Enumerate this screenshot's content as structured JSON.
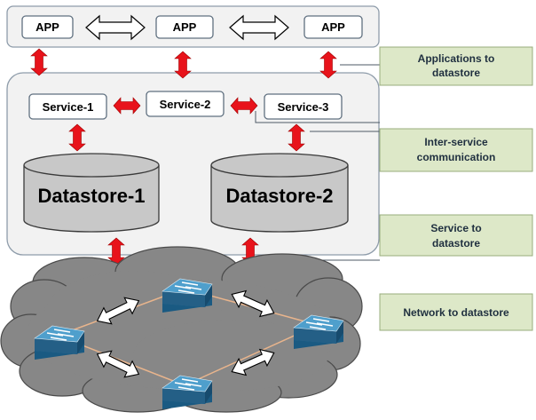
{
  "apps": [
    "APP",
    "APP",
    "APP"
  ],
  "services": [
    "Service-1",
    "Service-2",
    "Service-3"
  ],
  "datastores": [
    "Datastore-1",
    "Datastore-2"
  ],
  "labels": [
    [
      "Applications to",
      "datastore"
    ],
    [
      "Inter-service",
      "communication"
    ],
    [
      "Service to",
      "datastore"
    ],
    [
      "Network to datastore"
    ]
  ],
  "colors": {
    "red_arrow": "#e8131b",
    "label_fill": "#dde8c8",
    "label_border": "#98ac7c",
    "cloud": "#878787",
    "switch": "#2a6e9a",
    "datastore": "#c8c8c8",
    "container": "#f2f2f2",
    "link": "#e8b48c"
  },
  "icons": [
    "network-switch-icon",
    "database-cylinder-icon",
    "double-arrow-icon",
    "cloud-icon"
  ]
}
